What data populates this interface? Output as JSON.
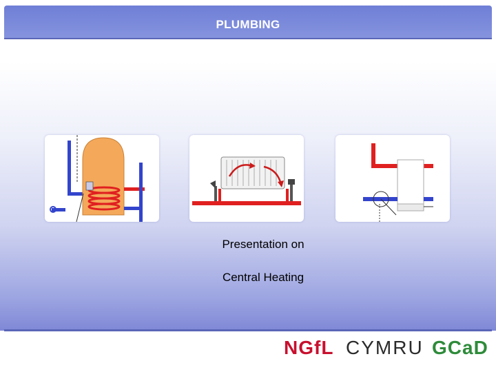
{
  "header": {
    "title": "PLUMBING"
  },
  "captions": {
    "line1": "Presentation on",
    "line2": "Central Heating"
  },
  "footer": {
    "logo_ngfl": "NGfL",
    "logo_cymru": "CYMRU",
    "logo_gcad": "GCaD"
  },
  "colors": {
    "header_bg": "#7786da",
    "hot_pipe": "#e02020",
    "cold_pipe": "#3344cc",
    "cylinder": "#f4a95a",
    "ngfl_red": "#c8102e",
    "gcad_green": "#2e8b3a"
  },
  "icons": [
    "hot-water-cylinder-icon",
    "radiator-icon",
    "boiler-icon"
  ]
}
